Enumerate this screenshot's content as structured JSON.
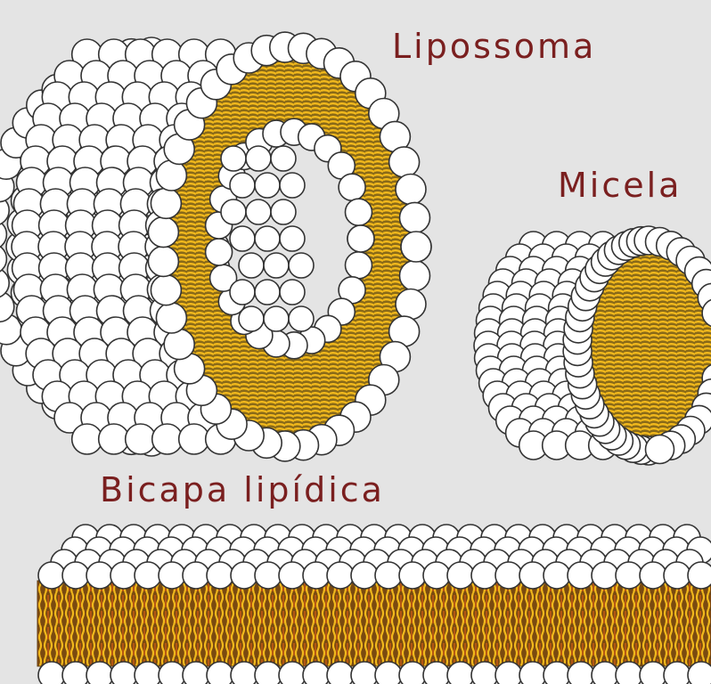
{
  "labels": {
    "liposome": "Lipossoma",
    "micelle": "Micela",
    "bilayer": "Bicapa lipídica"
  },
  "colors": {
    "background": "#e4e4e4",
    "label_text": "#7a1f1f",
    "head_fill": "#ffffff",
    "head_stroke": "#333333",
    "tail_yellow": "#f0b418",
    "tail_dark": "#6b4f12",
    "tail_orange": "#c85a12"
  }
}
